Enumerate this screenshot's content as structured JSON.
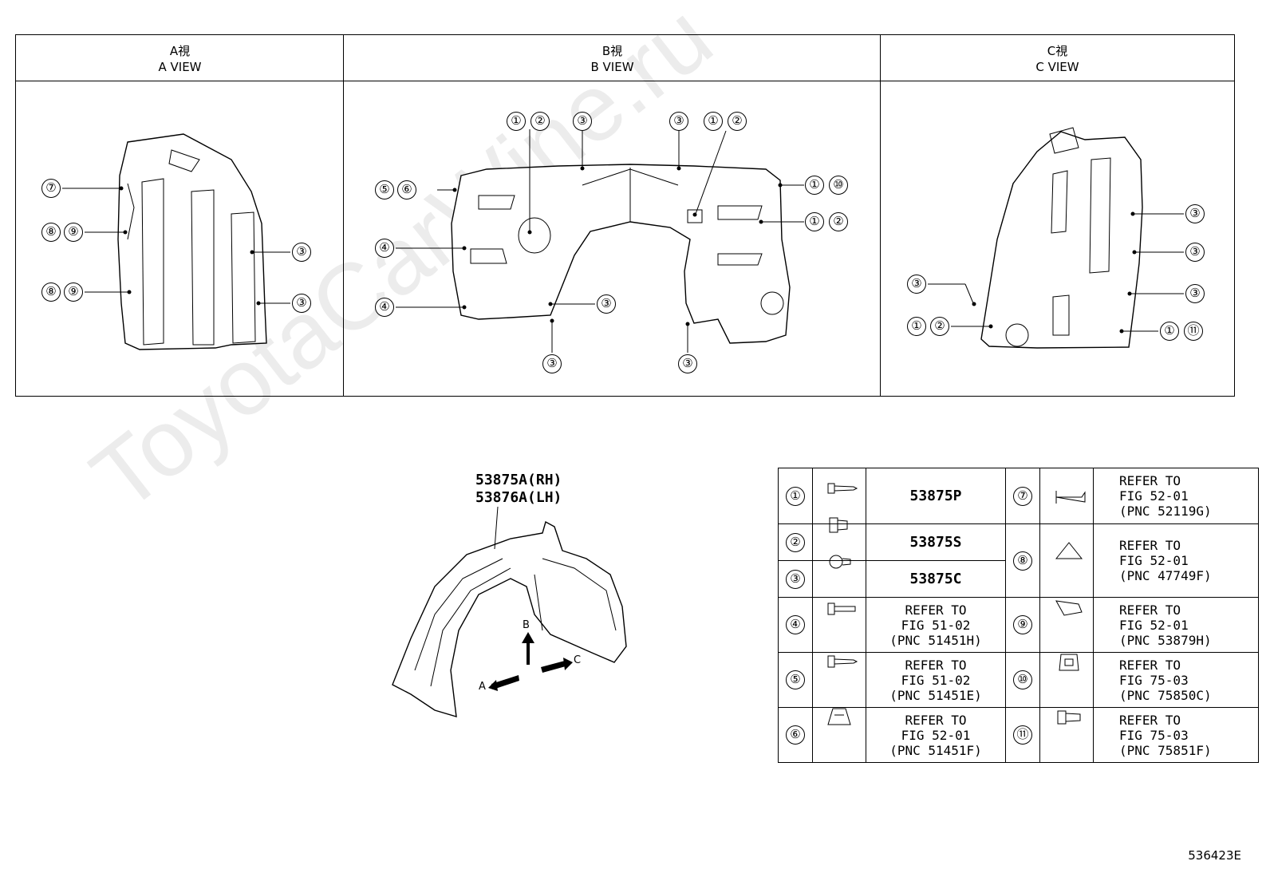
{
  "views": [
    {
      "jp": "A視",
      "en": "A VIEW"
    },
    {
      "jp": "B視",
      "en": "B VIEW"
    },
    {
      "jp": "C視",
      "en": "C VIEW"
    }
  ],
  "callouts": [
    "①",
    "②",
    "③",
    "④",
    "⑤",
    "⑥",
    "⑦",
    "⑧",
    "⑨",
    "⑩",
    "⑪"
  ],
  "part_label": {
    "rh": "53875A(RH)",
    "lh": "53876A(LH)"
  },
  "arrows": {
    "a": "A",
    "b": "B",
    "c": "C"
  },
  "legend": {
    "left": [
      {
        "no": "①",
        "icon": "screw-icon",
        "text": "53875P"
      },
      {
        "no": "②",
        "icon": "nut-icon",
        "text": "53875S"
      },
      {
        "no": "③",
        "icon": "clip-icon",
        "text": "53875C"
      },
      {
        "no": "④",
        "icon": "bolt-icon",
        "l1": "REFER TO",
        "l2": "FIG 51-02",
        "l3": "(PNC 51451H)"
      },
      {
        "no": "⑤",
        "icon": "screw-icon",
        "l1": "REFER TO",
        "l2": "FIG 51-02",
        "l3": "(PNC 51451E)"
      },
      {
        "no": "⑥",
        "icon": "nut-clip-icon",
        "l1": "REFER TO",
        "l2": "FIG 52-01",
        "l3": "(PNC 51451F)"
      }
    ],
    "right": [
      {
        "no": "⑦",
        "icon": "push-clip-icon",
        "l1": "REFER TO",
        "l2": "FIG 52-01",
        "l3": "(PNC 52119G)"
      },
      {
        "no": "⑧",
        "icon": "fastener-icon",
        "l1": "REFER TO",
        "l2": "FIG 52-01",
        "l3": "(PNC 47749F)"
      },
      {
        "no": "⑨",
        "icon": "retainer-icon",
        "l1": "REFER TO",
        "l2": "FIG 52-01",
        "l3": "(PNC 53879H)"
      },
      {
        "no": "⑩",
        "icon": "clip-nut-icon",
        "l1": "REFER TO",
        "l2": "FIG 75-03",
        "l3": "(PNC 75850C)"
      },
      {
        "no": "⑪",
        "icon": "push-rivet-icon",
        "l1": "REFER TO",
        "l2": "FIG 75-03",
        "l3": "(PNC 75851F)"
      }
    ]
  },
  "watermark": "ToyotaCarWine.ru",
  "figure_id": "536423E"
}
